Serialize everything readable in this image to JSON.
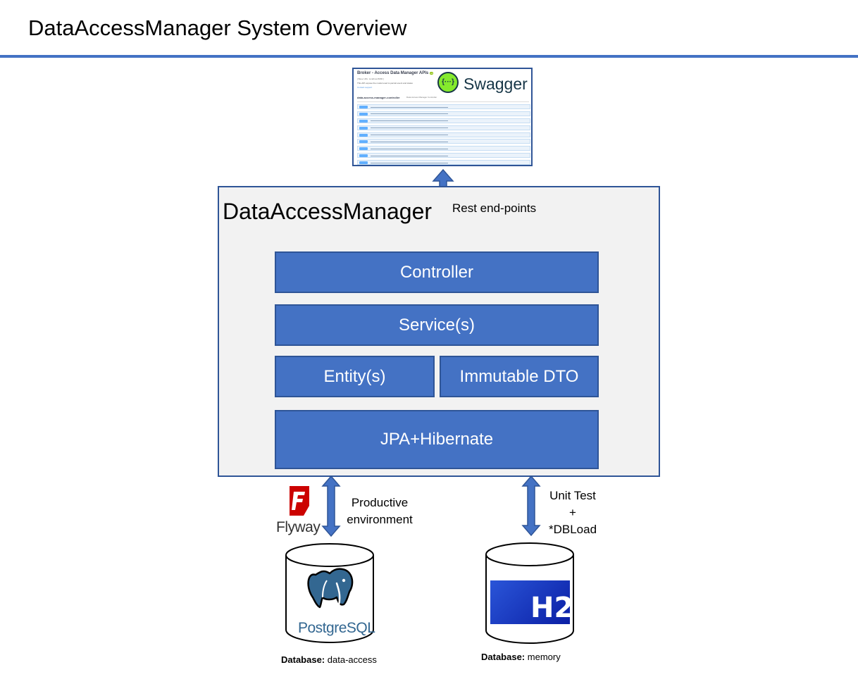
{
  "title": "DataAccessManager System Overview",
  "swagger": {
    "api_title": "Broker - Access Data Manager APIs",
    "version_badge": "v1",
    "subtitle": "[ Base URL: localhost:8080 ]",
    "description": "This API expose the model used to persist event and states",
    "link_text": "Contact support",
    "logo_symbol": "{···}",
    "logo_text": "Swagger",
    "controller_name": "data-access-manager-controller",
    "controller_desc": "Data Access Manager Controller",
    "endpoint_count": 9
  },
  "component": {
    "title": "DataAccessManager"
  },
  "layers": {
    "controller": "Controller",
    "services": "Service(s)",
    "entities": "Entity(s)",
    "dto": "Immutable DTO",
    "jpa": "JPA+Hibernate"
  },
  "connections": {
    "rest": "Rest end-points",
    "productive": [
      "Productive",
      "environment"
    ],
    "unit_test": [
      "Unit Test",
      "+",
      "*DBLoad"
    ]
  },
  "logos": {
    "flyway": "Flyway",
    "postgres": "PostgreSQL",
    "h2": "H2"
  },
  "databases": {
    "postgres": {
      "caption_label": "Database:",
      "caption_value": "data-access"
    },
    "h2": {
      "caption_label": "Database:",
      "caption_value": "memory"
    }
  },
  "colors": {
    "accent": "#4472c4",
    "border": "#2f5597",
    "panel": "#f2f2f2",
    "flyway_red": "#cc0200",
    "postgres_blue": "#336791",
    "h2_blue": "#0b1fa5"
  }
}
